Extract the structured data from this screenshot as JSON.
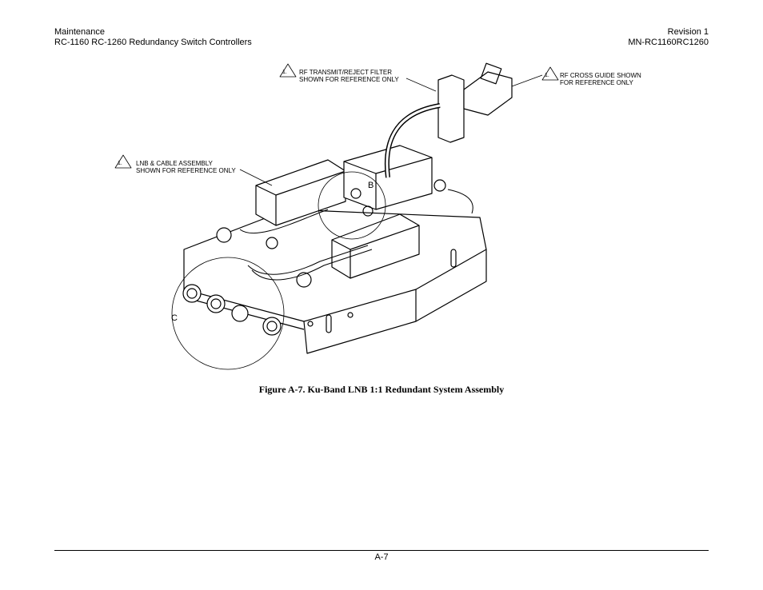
{
  "header": {
    "left_line1": "Maintenance",
    "left_line2": "RC-1160 RC-1260 Redundancy Switch Controllers",
    "right_line1": "Revision 1",
    "right_line2": "MN-RC1160RC1260"
  },
  "figure": {
    "notes": {
      "rf_filter": {
        "marker": "1.",
        "line1": "RF TRANSMIT/REJECT FILTER",
        "line2": "SHOWN FOR REFERENCE ONLY"
      },
      "cross_guide": {
        "marker": "1.",
        "line1": "RF CROSS GUIDE SHOWN",
        "line2": "FOR REFERENCE ONLY"
      },
      "lnb": {
        "marker": "1.",
        "line1": "LNB & CABLE ASSEMBLY",
        "line2": "SHOWN FOR REFERENCE ONLY"
      }
    },
    "detail_b": "B",
    "detail_c": "C",
    "caption": "Figure A-7. Ku-Band LNB 1:1 Redundant System Assembly"
  },
  "footer": {
    "page": "A-7"
  }
}
